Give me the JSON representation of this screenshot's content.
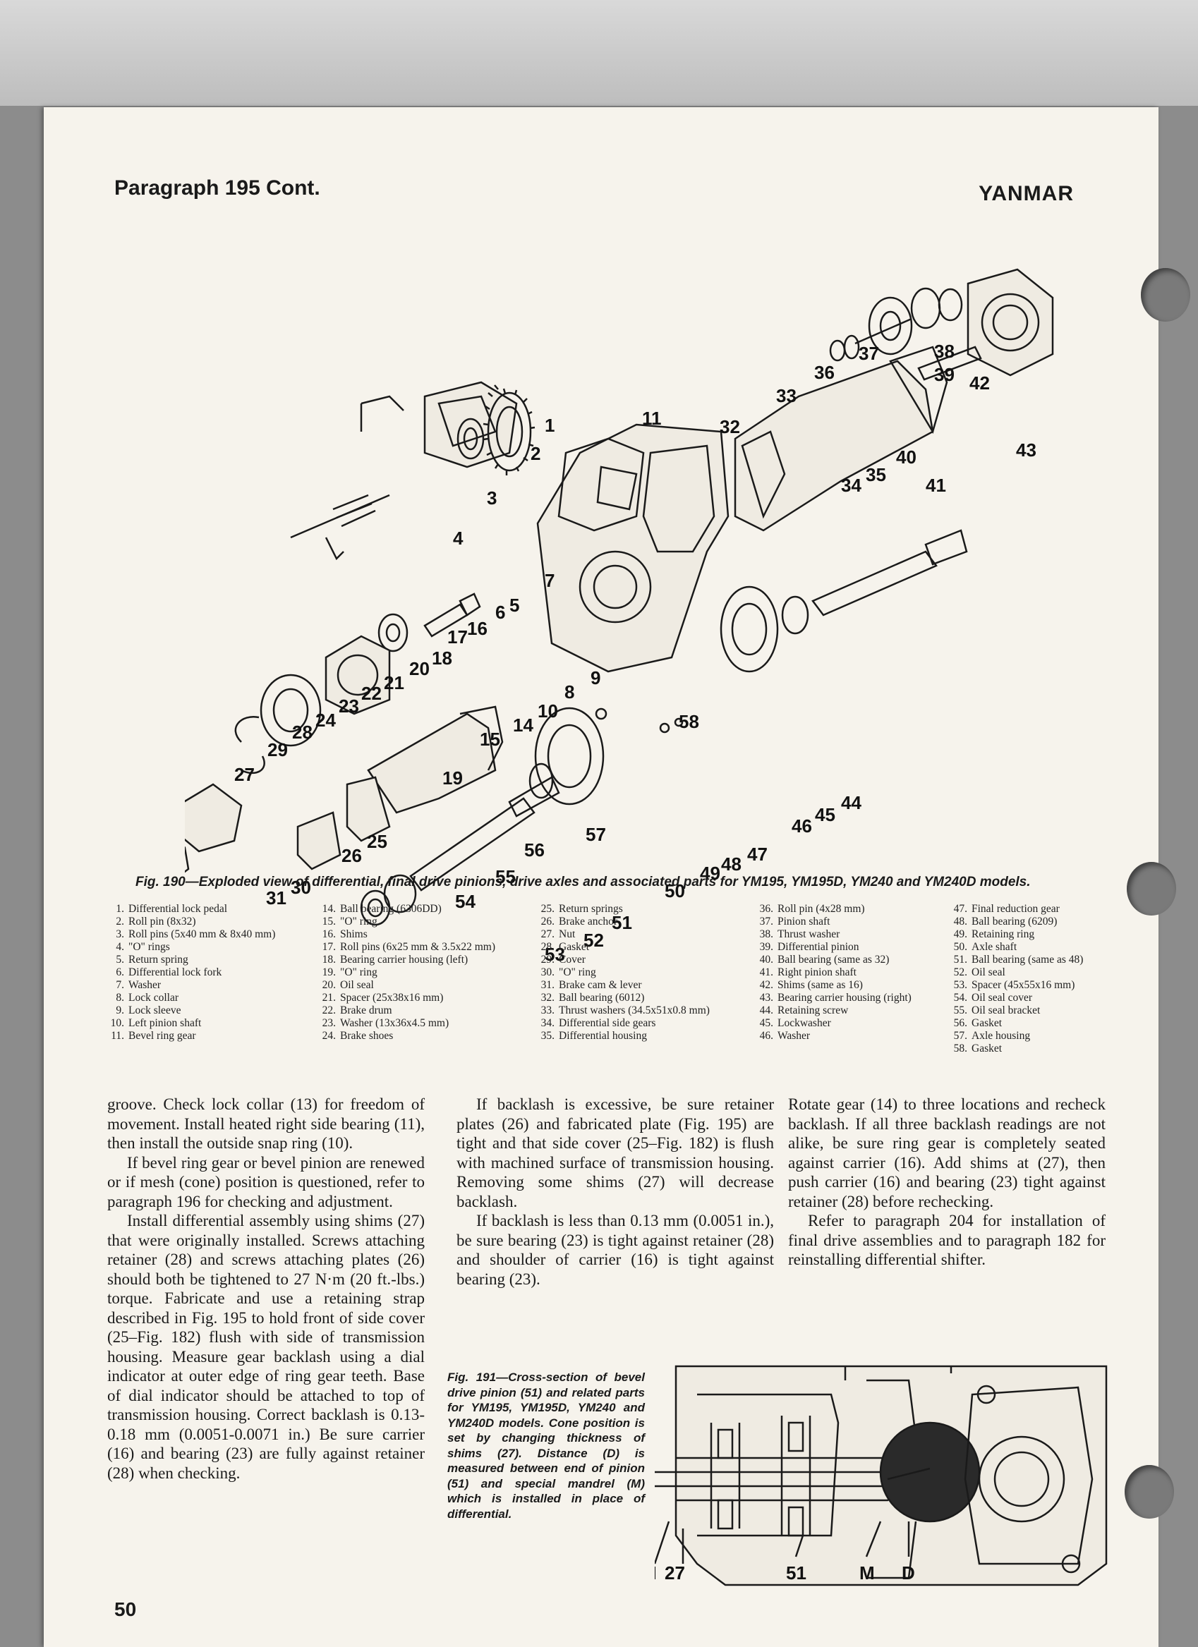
{
  "header": {
    "paragraph": "Paragraph 195 Cont.",
    "brand": "YANMAR"
  },
  "figure190": {
    "caption": "Fig. 190—Exploded view of differential, final drive pinions, drive axles and associated parts for YM195, YM195D, YM240 and YM240D models.",
    "callouts": [
      "1",
      "2",
      "3",
      "4",
      "5",
      "6",
      "7",
      "8",
      "9",
      "10",
      "11",
      "14",
      "15",
      "16",
      "17",
      "18",
      "19",
      "20",
      "21",
      "22",
      "23",
      "24",
      "25",
      "26",
      "27",
      "28",
      "29",
      "30",
      "31",
      "32",
      "33",
      "34",
      "35",
      "36",
      "37",
      "38",
      "39",
      "40",
      "41",
      "42",
      "43",
      "44",
      "45",
      "46",
      "47",
      "48",
      "49",
      "50",
      "51",
      "52",
      "53",
      "54",
      "55",
      "56",
      "57",
      "58"
    ],
    "legend": [
      [
        {
          "n": "1.",
          "t": "Differential lock pedal"
        },
        {
          "n": "2.",
          "t": "Roll pin (8x32)"
        },
        {
          "n": "3.",
          "t": "Roll pins (5x40 mm & 8x40 mm)"
        },
        {
          "n": "4.",
          "t": "\"O\" rings"
        },
        {
          "n": "5.",
          "t": "Return spring"
        },
        {
          "n": "6.",
          "t": "Differential lock fork"
        },
        {
          "n": "7.",
          "t": "Washer"
        },
        {
          "n": "8.",
          "t": "Lock collar"
        },
        {
          "n": "9.",
          "t": "Lock sleeve"
        },
        {
          "n": "10.",
          "t": "Left pinion shaft"
        },
        {
          "n": "11.",
          "t": "Bevel ring gear"
        }
      ],
      [
        {
          "n": "14.",
          "t": "Ball bearing (6306DD)"
        },
        {
          "n": "15.",
          "t": "\"O\" ring"
        },
        {
          "n": "16.",
          "t": "Shims"
        },
        {
          "n": "17.",
          "t": "Roll pins (6x25 mm & 3.5x22 mm)"
        },
        {
          "n": "18.",
          "t": "Bearing carrier housing (left)"
        },
        {
          "n": "19.",
          "t": "\"O\" ring"
        },
        {
          "n": "20.",
          "t": "Oil seal"
        },
        {
          "n": "21.",
          "t": "Spacer (25x38x16 mm)"
        },
        {
          "n": "22.",
          "t": "Brake drum"
        },
        {
          "n": "23.",
          "t": "Washer (13x36x4.5 mm)"
        },
        {
          "n": "24.",
          "t": "Brake shoes"
        }
      ],
      [
        {
          "n": "25.",
          "t": "Return springs"
        },
        {
          "n": "26.",
          "t": "Brake anchor"
        },
        {
          "n": "27.",
          "t": "Nut"
        },
        {
          "n": "28.",
          "t": "Gasket"
        },
        {
          "n": "29.",
          "t": "Cover"
        },
        {
          "n": "30.",
          "t": "\"O\" ring"
        },
        {
          "n": "31.",
          "t": "Brake cam & lever"
        },
        {
          "n": "32.",
          "t": "Ball bearing (6012)"
        },
        {
          "n": "33.",
          "t": "Thrust washers (34.5x51x0.8 mm)"
        },
        {
          "n": "34.",
          "t": "Differential side gears"
        },
        {
          "n": "35.",
          "t": "Differential housing"
        }
      ],
      [
        {
          "n": "36.",
          "t": "Roll pin (4x28 mm)"
        },
        {
          "n": "37.",
          "t": "Pinion shaft"
        },
        {
          "n": "38.",
          "t": "Thrust washer"
        },
        {
          "n": "39.",
          "t": "Differential pinion"
        },
        {
          "n": "40.",
          "t": "Ball bearing (same as 32)"
        },
        {
          "n": "41.",
          "t": "Right pinion shaft"
        },
        {
          "n": "42.",
          "t": "Shims (same as 16)"
        },
        {
          "n": "43.",
          "t": "Bearing carrier housing (right)"
        },
        {
          "n": "44.",
          "t": "Retaining screw"
        },
        {
          "n": "45.",
          "t": "Lockwasher"
        },
        {
          "n": "46.",
          "t": "Washer"
        }
      ],
      [
        {
          "n": "47.",
          "t": "Final reduction gear"
        },
        {
          "n": "48.",
          "t": "Ball bearing (6209)"
        },
        {
          "n": "49.",
          "t": "Retaining ring"
        },
        {
          "n": "50.",
          "t": "Axle shaft"
        },
        {
          "n": "51.",
          "t": "Ball bearing (same as 48)"
        },
        {
          "n": "52.",
          "t": "Oil seal"
        },
        {
          "n": "53.",
          "t": "Spacer (45x55x16 mm)"
        },
        {
          "n": "54.",
          "t": "Oil seal cover"
        },
        {
          "n": "55.",
          "t": "Oil seal bracket"
        },
        {
          "n": "56.",
          "t": "Gasket"
        },
        {
          "n": "57.",
          "t": "Axle housing"
        },
        {
          "n": "58.",
          "t": "Gasket"
        }
      ]
    ]
  },
  "body": {
    "col1": [
      "groove. Check lock collar (13) for freedom of movement. Install heated right side bearing (11), then install the outside snap ring (10).",
      "If bevel ring gear or bevel pinion are renewed or if mesh (cone) position is questioned, refer to paragraph 196 for checking and adjustment.",
      "Install differential assembly using shims (27) that were originally installed. Screws attaching retainer (28) and screws attaching plates (26) should both be tightened to 27 N·m (20 ft.-lbs.) torque. Fabricate and use a retaining strap described in Fig. 195 to hold front of side cover (25–Fig. 182) flush with side of transmission housing. Measure gear backlash using a dial indicator at outer edge of ring gear teeth. Base of dial indicator should be attached to top of transmission housing. Correct backlash is 0.13-0.18 mm (0.0051-0.0071 in.) Be sure carrier (16) and bearing (23) are fully against retainer (28) when checking."
    ],
    "col2": [
      "If backlash is excessive, be sure retainer plates (26) and fabricated plate (Fig. 195) are tight and that side cover (25–Fig. 182) is flush with machined surface of transmission housing. Removing some shims (27) will decrease backlash.",
      "If backlash is less than 0.13 mm (0.0051 in.), be sure bearing (23) is tight against retainer (28) and shoulder of carrier (16) is tight against bearing (23)."
    ],
    "col3": [
      "Rotate gear (14) to three locations and recheck backlash. If all three backlash readings are not alike, be sure ring gear is completely seated against carrier (16). Add shims at (27), then push carrier (16) and bearing (23) tight against retainer (28) before rechecking.",
      "Refer to paragraph 204 for installation of final drive assemblies and to paragraph 182 for reinstalling differential shifter."
    ]
  },
  "figure191": {
    "caption": "Fig. 191—Cross-section of bevel drive pinion (51) and related parts for YM195, YM195D, YM240 and YM240D models. Cone position is set by changing thickness of shims (27). Distance (D) is measured between end of pinion (51) and special mandrel (M) which is installed in place of differential.",
    "labels": {
      "n": "N",
      "n27": "27",
      "n51": "51",
      "m": "M",
      "d": "D"
    }
  },
  "footer": {
    "page_number": "50"
  }
}
